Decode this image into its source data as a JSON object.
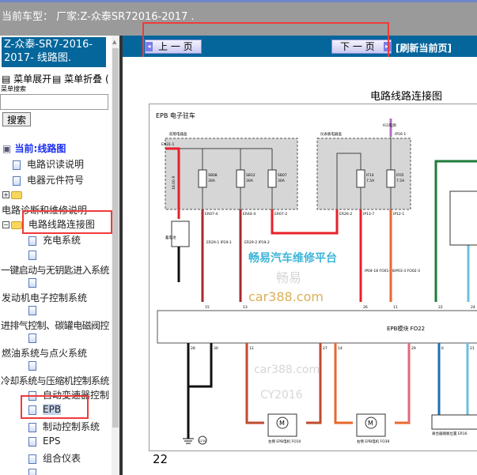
{
  "header": {
    "current_model": "当前车型： 厂家:Z-众泰SR72016-2017  ."
  },
  "nav": {
    "prev": "上 一 页",
    "next": "下 一 页",
    "refresh": "[刷新当前页]"
  },
  "sidebar": {
    "title": "Z-众泰-SR7-2016-2017- 线路图.",
    "expand": "菜单展开",
    "collapse": "菜单折叠 (",
    "search_label": "菜单搜索",
    "search_value": "",
    "search_button": "搜索",
    "current": "当前:线路图",
    "items": [
      "电路识读说明",
      "电器元件符号",
      "电路诊断和维修说明",
      "电路线路连接图",
      "充电系统",
      "一键启动与无钥匙进入系统",
      "发动机电子控制系统",
      "进排气控制、碳罐电磁阀控",
      "燃油系统与点火系统",
      "冷却系统与压缩机控制系统",
      "自动变速器控制",
      "EPB",
      "制动控制系统",
      "EPS",
      "组合仪表"
    ],
    "selected": "EPB"
  },
  "diagram": {
    "page_title": "电路线路连接图",
    "subtitle": "EPB 电子驻车",
    "page_number": "22",
    "boxes": [
      "前舱电器盒",
      "仪表板电器盒"
    ],
    "fuses": [
      {
        "id": "SB08",
        "a": "30A"
      },
      {
        "id": "SB12",
        "a": "30A"
      },
      {
        "id": "SB07",
        "a": "30A"
      },
      {
        "id": "IF14",
        "a": "7.5A"
      },
      {
        "id": "IF05",
        "a": "7.5A"
      }
    ],
    "labels": {
      "en31": "EN31-1",
      "ig1": "IG1电源",
      "ip16": "IP16-1",
      "battery": "蓄电池",
      "w16": "16.00 R",
      "er07_4": "ER07-4",
      "er44": "ER44-4",
      "er07_2": "ER07-2",
      "er26": "ER26-2",
      "ip13": "IP13-7",
      "ip12": "IP12-1",
      "er29_1": "ER29-1 IP19-1",
      "er29_2": "ER29-2 IP19-2",
      "ip04": "IP04-18 FO01-18",
      "ip03": "IP03-3 FO02-3",
      "module": "EPB模块 FO22",
      "g210": "G210",
      "m1": "左侧 EPB电机 FO10",
      "m2": "右侧 EPB电机 FO39",
      "er16": "离合器踏板位置 ER16"
    },
    "pins": [
      "15",
      "13",
      "26",
      "11",
      "22",
      "24",
      "28",
      "30",
      "12",
      "27",
      "14",
      "29",
      "6",
      "21"
    ],
    "motor": "M",
    "colors": {
      "red": "#e8202a",
      "black": "#111111",
      "orange": "#e8672e",
      "green": "#1f7a3a",
      "blue": "#1f6fb5",
      "lightblue": "#6cc0df",
      "purple": "#b070c0",
      "pink": "#e06a7a",
      "darkred": "#a8282e"
    }
  },
  "watermarks": [
    "car388.com",
    "畅易汽车维修平台",
    "畅易",
    "car388.com",
    "CY2016"
  ]
}
